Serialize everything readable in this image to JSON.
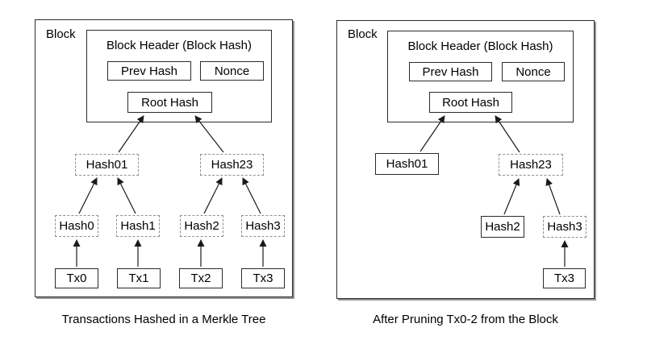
{
  "panels": {
    "left": {
      "block_label": "Block",
      "header_title": "Block Header (Block Hash)",
      "boxes": {
        "prev_hash": "Prev Hash",
        "nonce": "Nonce",
        "root_hash": "Root Hash",
        "hash01": "Hash01",
        "hash23": "Hash23",
        "hash0": "Hash0",
        "hash1": "Hash1",
        "hash2": "Hash2",
        "hash3": "Hash3",
        "tx0": "Tx0",
        "tx1": "Tx1",
        "tx2": "Tx2",
        "tx3": "Tx3"
      },
      "caption": "Transactions Hashed in a Merkle Tree"
    },
    "right": {
      "block_label": "Block",
      "header_title": "Block Header (Block Hash)",
      "boxes": {
        "prev_hash": "Prev Hash",
        "nonce": "Nonce",
        "root_hash": "Root Hash",
        "hash01": "Hash01",
        "hash23": "Hash23",
        "hash2": "Hash2",
        "hash3": "Hash3",
        "tx3": "Tx3"
      },
      "caption": "After Pruning Tx0-2 from the Block"
    }
  },
  "colors": {
    "solid_border": "#2b2b2b",
    "dashed_border": "#8f8f8f",
    "text": "#000000",
    "background": "#ffffff"
  }
}
